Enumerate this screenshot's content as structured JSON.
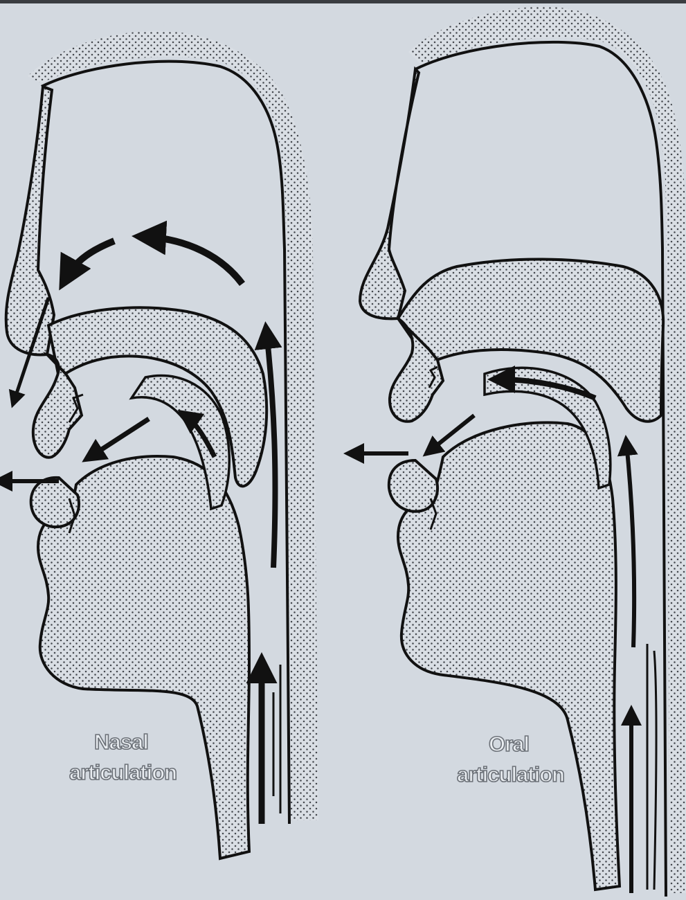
{
  "figure": {
    "panels": [
      {
        "id": "nasal",
        "caption_lines": [
          "Nasal",
          "articulation"
        ]
      },
      {
        "id": "oral",
        "caption_lines": [
          "Oral",
          "articulation"
        ]
      }
    ],
    "colors": {
      "background": "#d3d9e0",
      "outline": "#111111",
      "stipple": "#4a4f55",
      "arrow": "#111111"
    }
  }
}
